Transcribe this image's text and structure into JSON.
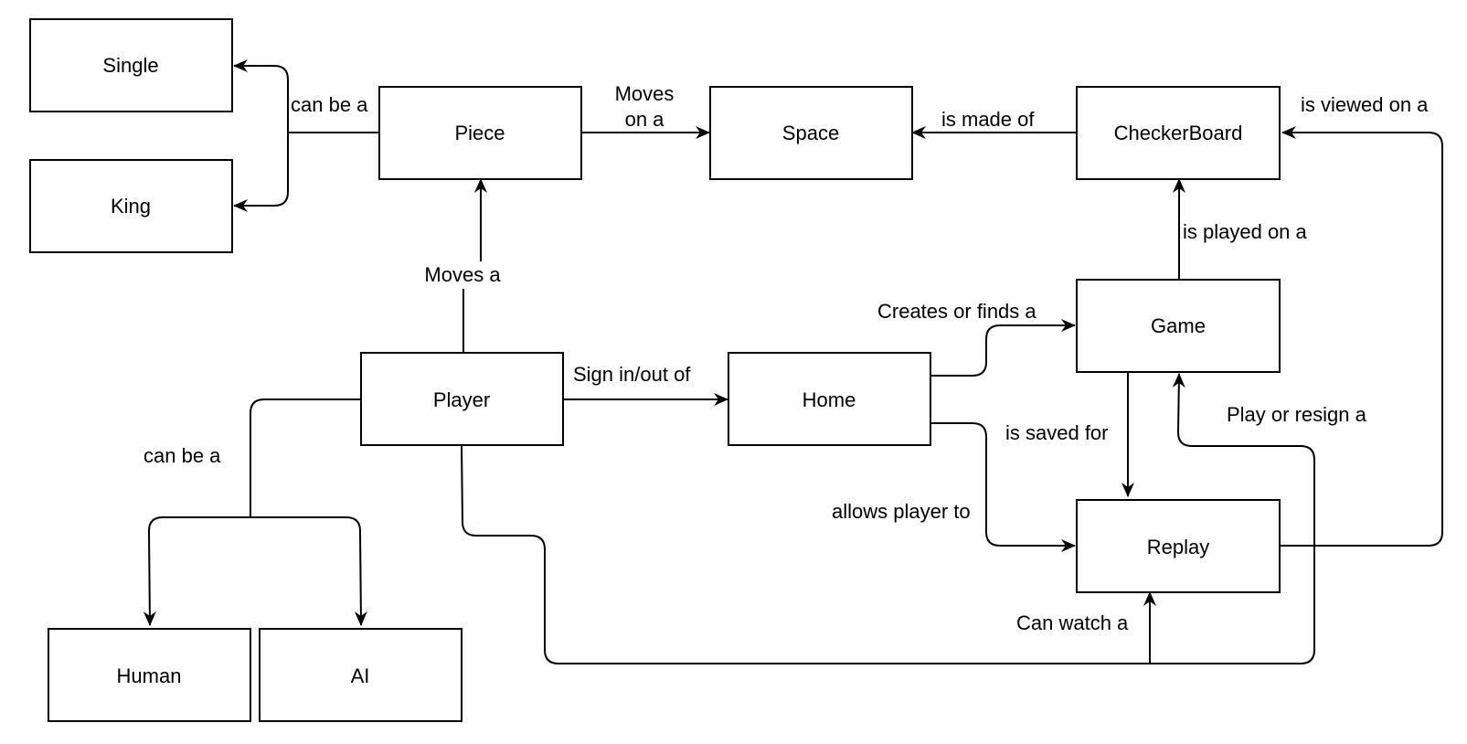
{
  "nodes": {
    "single": "Single",
    "king": "King",
    "piece": "Piece",
    "space": "Space",
    "checkerboard": "CheckerBoard",
    "game": "Game",
    "player": "Player",
    "home": "Home",
    "replay": "Replay",
    "human": "Human",
    "ai": "AI"
  },
  "edges": {
    "piece_can_be": "can be a",
    "piece_moves_on_1": "Moves",
    "piece_moves_on_2": "on a",
    "board_made_of": "is made of",
    "replay_viewed_on": "is viewed on a",
    "game_played_on": "is played on a",
    "player_moves": "Moves a",
    "home_creates_game": "Creates or finds a",
    "player_sign_in": "Sign in/out of",
    "game_saved_for": "is saved for",
    "player_play_resign": "Play or resign a",
    "player_can_be": "can be a",
    "home_allows": "allows player to",
    "player_can_watch": "Can watch a"
  }
}
